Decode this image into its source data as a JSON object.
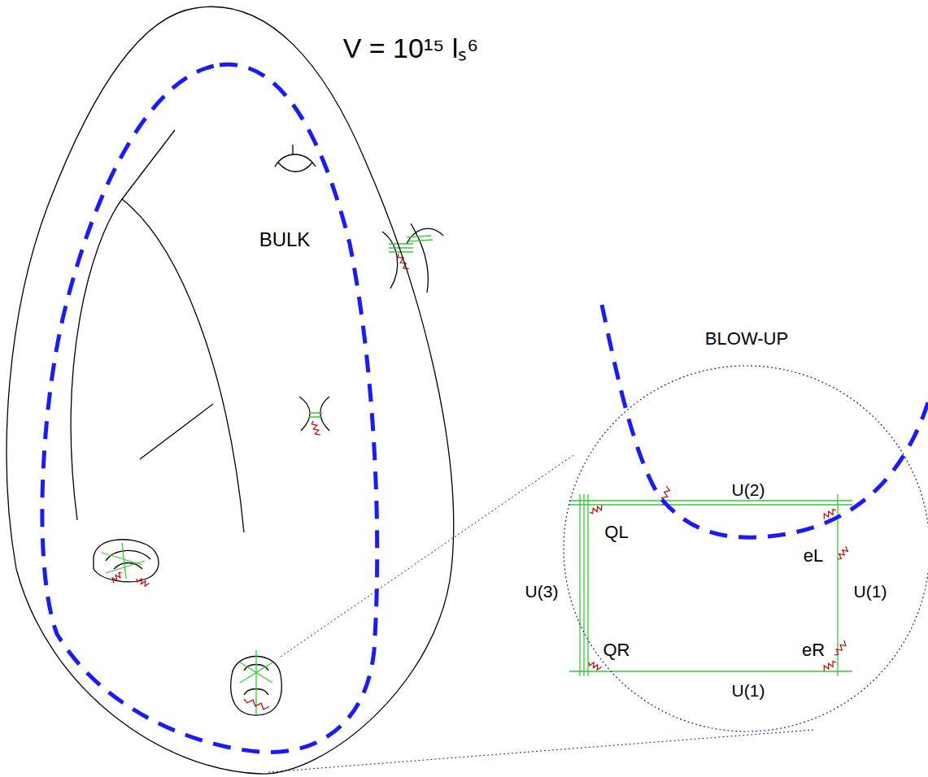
{
  "diagram": {
    "nodes": [
      {
        "text": [
          "BULK"
        ]
      },
      {
        "text": [
          "BLOW-UP"
        ]
      }
    ],
    "labels": [
      "V = 10¹⁵ lₛ⁶",
      "U(2)",
      "QL",
      "eL",
      "U(3)",
      "U(1)",
      "QR",
      "eR",
      "U(1)"
    ]
  }
}
